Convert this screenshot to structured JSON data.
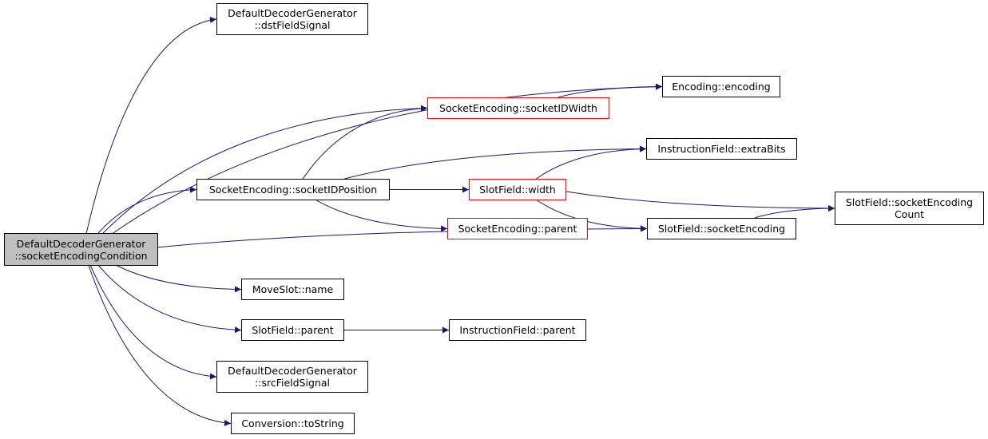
{
  "graph": {
    "edge_color": "#191970",
    "nodes": {
      "root": {
        "lines": [
          "DefaultDecoderGenerator",
          "::socketEncodingCondition"
        ]
      },
      "dst": {
        "lines": [
          "DefaultDecoderGenerator",
          "::dstFieldSignal"
        ]
      },
      "enc": {
        "lines": [
          "Encoding::encoding"
        ]
      },
      "sidw": {
        "lines": [
          "SocketEncoding::socketIDWidth"
        ]
      },
      "xb": {
        "lines": [
          "InstructionField::extraBits"
        ]
      },
      "sidp": {
        "lines": [
          "SocketEncoding::socketIDPosition"
        ]
      },
      "sfw": {
        "lines": [
          "SlotField::width"
        ]
      },
      "sec": {
        "lines": [
          "SlotField::socketEncoding",
          "Count"
        ]
      },
      "sep": {
        "lines": [
          "SocketEncoding::parent"
        ]
      },
      "sfse": {
        "lines": [
          "SlotField::socketEncoding"
        ]
      },
      "msn": {
        "lines": [
          "MoveSlot::name"
        ]
      },
      "sfp": {
        "lines": [
          "SlotField::parent"
        ]
      },
      "ifp": {
        "lines": [
          "InstructionField::parent"
        ]
      },
      "src": {
        "lines": [
          "DefaultDecoderGenerator",
          "::srcFieldSignal"
        ]
      },
      "cts": {
        "lines": [
          "Conversion::toString"
        ]
      }
    },
    "edges": [
      [
        "root",
        "dst"
      ],
      [
        "root",
        "enc"
      ],
      [
        "root",
        "sidw"
      ],
      [
        "root",
        "sidp"
      ],
      [
        "root",
        "sfse"
      ],
      [
        "root",
        "msn"
      ],
      [
        "root",
        "sfp"
      ],
      [
        "root",
        "src"
      ],
      [
        "root",
        "cts"
      ],
      [
        "sidw",
        "enc"
      ],
      [
        "sidp",
        "sidw"
      ],
      [
        "sidp",
        "xb"
      ],
      [
        "sidp",
        "sfw"
      ],
      [
        "sidp",
        "sep"
      ],
      [
        "sfw",
        "xb"
      ],
      [
        "sfw",
        "sec"
      ],
      [
        "sfw",
        "sfse"
      ],
      [
        "sfse",
        "sec"
      ],
      [
        "sfp",
        "ifp"
      ]
    ]
  }
}
